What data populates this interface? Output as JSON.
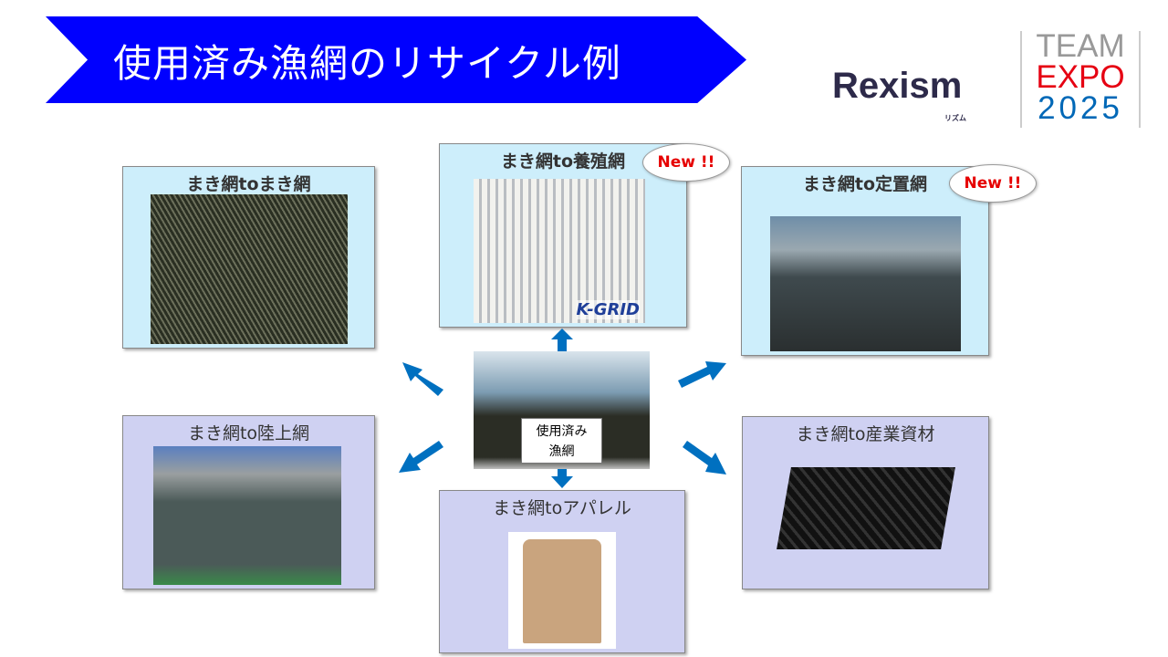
{
  "title": "使用済み漁網のリサイクル例",
  "logos": {
    "rexism": "Rexism",
    "rexism_sub": "リズム",
    "team_expo": [
      "TEAM",
      "EXPO",
      "2025"
    ]
  },
  "center": {
    "label_line1": "使用済み",
    "label_line2": "漁網"
  },
  "examples": [
    {
      "title": "まき網toまき網"
    },
    {
      "title": "まき網to養殖網",
      "badge": "New !!",
      "image_text": "K-GRID"
    },
    {
      "title": "まき網to定置網",
      "badge": "New !!"
    },
    {
      "title": "まき網to陸上網"
    },
    {
      "title": "まき網toアパレル"
    },
    {
      "title": "まき網to産業資材"
    }
  ],
  "colors": {
    "banner": "#0000ff",
    "arrow": "#0070c0",
    "box_blue": "#cdeefb",
    "box_lavender": "#cfd1f2"
  }
}
